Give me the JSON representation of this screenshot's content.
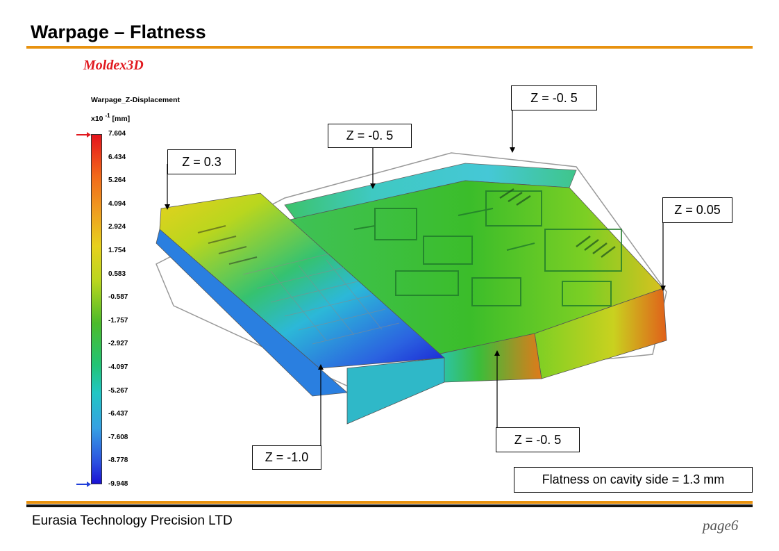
{
  "header": {
    "title": "Warpage – Flatness",
    "brand": "Moldex3D"
  },
  "legend": {
    "title": "Warpage_Z-Displacement",
    "unit_base": "x10",
    "unit_exponent": "-1",
    "unit": "[mm]",
    "ticks": [
      "7.604",
      "6.434",
      "5.264",
      "4.094",
      "2.924",
      "1.754",
      "0.583",
      "-0.587",
      "-1.757",
      "-2.927",
      "-4.097",
      "-5.267",
      "-6.437",
      "-7.608",
      "-8.778",
      "-9.948"
    ],
    "max_color": "#e5141c",
    "min_color": "#1a12d4"
  },
  "callouts": [
    {
      "text": "Z = 0.3"
    },
    {
      "text": "Z = -0. 5"
    },
    {
      "text": "Z = -0. 5"
    },
    {
      "text": "Z = 0.05"
    },
    {
      "text": "Z = -0. 5"
    },
    {
      "text": "Z = -1.0"
    }
  ],
  "summary": {
    "flatness": "Flatness on cavity side = 1.3 mm"
  },
  "footer": {
    "company": "Eurasia Technology Precision LTD",
    "page": "page6"
  },
  "colors": {
    "accent_rule": "#e8920f",
    "brand_red": "#e1191f"
  }
}
